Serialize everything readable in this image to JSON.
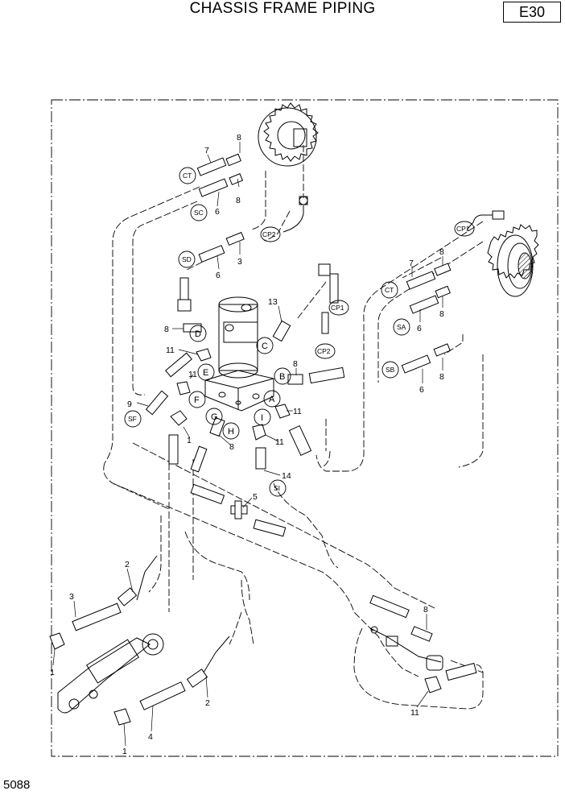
{
  "header": {
    "title": "CHASSIS FRAME PIPING",
    "code": "E30"
  },
  "footer": {
    "page_id": "5088"
  },
  "callouts": {
    "c1a": "1",
    "c1b": "1",
    "c1c": "1",
    "c2a": "2",
    "c2b": "2",
    "c3a": "3",
    "c3b": "3",
    "c4": "4",
    "c5": "5",
    "c6a": "6",
    "c6b": "6",
    "c6c": "6",
    "c6d": "6",
    "c7a": "7",
    "c7b": "7",
    "c8a": "8",
    "c8b": "8",
    "c8c": "8",
    "c8d": "8",
    "c8e": "8",
    "c8f": "8",
    "c8g": "8",
    "c8h": "8",
    "c9": "9",
    "c11a": "11",
    "c11b": "11",
    "c11c": "11",
    "c11d": "11",
    "c11e": "11",
    "c13": "13",
    "c14": "14"
  },
  "port_labels": {
    "A": "A",
    "B": "B",
    "C": "C",
    "D": "D",
    "E": "E",
    "F": "F",
    "G": "G",
    "H": "H",
    "I": "I",
    "CT1": "CT",
    "CT2": "CT",
    "SC": "SC",
    "SD": "SD",
    "SA": "SA",
    "SB": "SB",
    "SF": "SF",
    "SI": "SI",
    "CP1a": "CP1",
    "CP1b": "CP1",
    "CP2a": "CP2",
    "CP2b": "CP2"
  }
}
